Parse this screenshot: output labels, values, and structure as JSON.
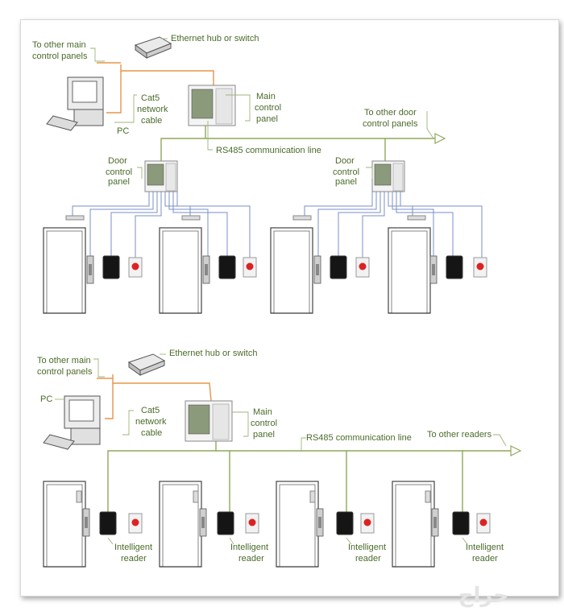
{
  "top": {
    "to_main_panels": [
      "To other main",
      "control panels"
    ],
    "hub_label": "Ethernet hub or switch",
    "cat5": [
      "Cat5",
      "network",
      "cable"
    ],
    "pc": "PC",
    "main_panel": [
      "Main",
      "control",
      "panel"
    ],
    "to_door_panels": [
      "To other door",
      "control panels"
    ],
    "rs485": "RS485 communication line",
    "door_panel_left": [
      "Door",
      "control",
      "panel"
    ],
    "door_panel_right": [
      "Door",
      "control",
      "panel"
    ]
  },
  "bottom": {
    "to_main_panels": [
      "To other main",
      "control panels"
    ],
    "hub_label": "Ethernet hub or switch",
    "pc": "PC",
    "cat5": [
      "Cat5",
      "network",
      "cable"
    ],
    "main_panel": [
      "Main",
      "control",
      "panel"
    ],
    "rs485": "RS485 communication line",
    "to_readers": "To other readers",
    "reader_labels": [
      [
        "Intelligent",
        "reader"
      ],
      [
        "Intelligent",
        "reader"
      ],
      [
        "Intelligent",
        "reader"
      ],
      [
        "Intelligent",
        "reader"
      ]
    ]
  },
  "watermark": "حراج",
  "colors": {
    "network_cable": "#e8954a",
    "rs485_line": "#8fa85a",
    "door_wire": "#7a8fc8",
    "label_text": "#4a6b2a",
    "leader": "#9cb57a"
  }
}
